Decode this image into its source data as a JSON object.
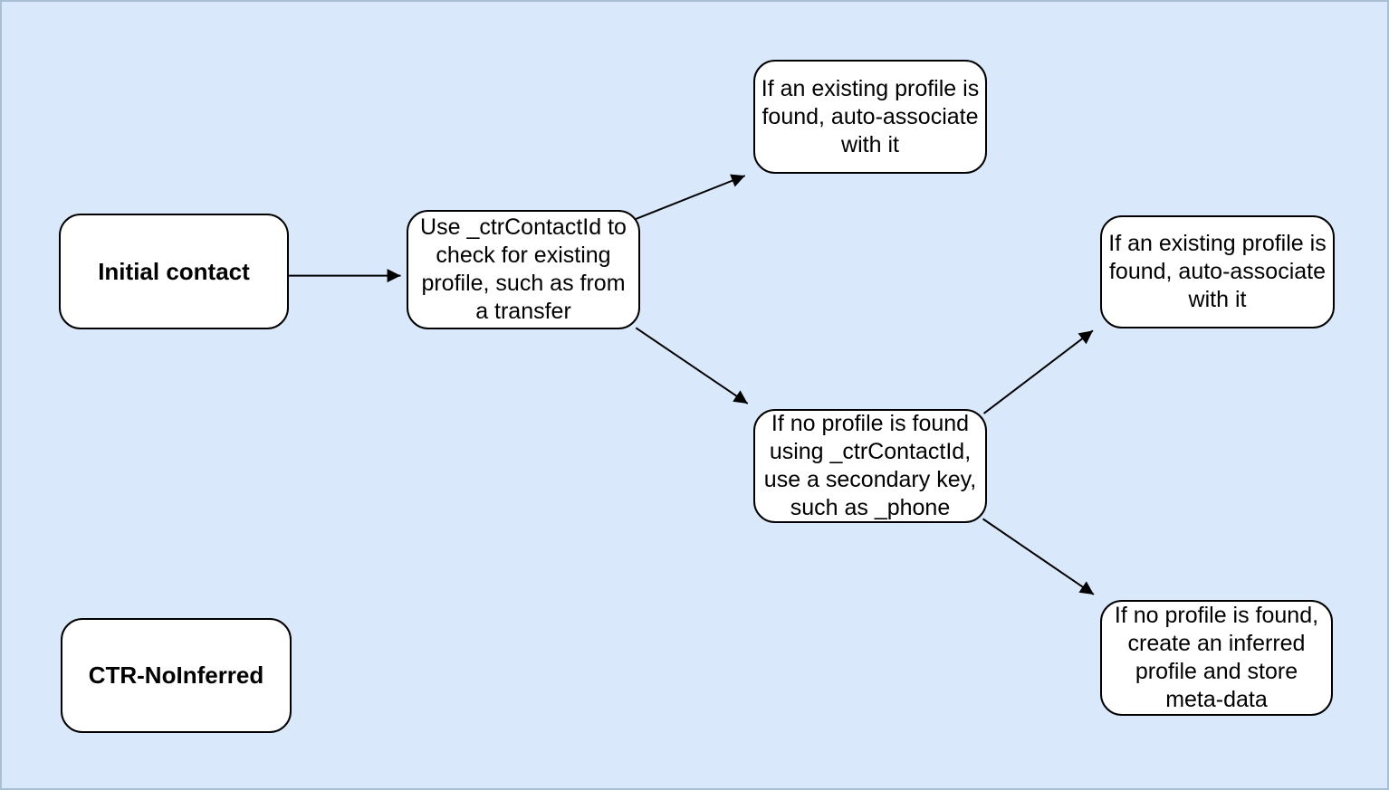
{
  "diagram": {
    "background_color": "#dae8fc",
    "page_border_color": "#a9c0d4",
    "node_fill_color": "#ffffff",
    "node_border_color": "#000000",
    "text_color": "#000000",
    "nodes": {
      "initial_contact": {
        "label": "Initial contact"
      },
      "check_ctrcontactid": {
        "label": "Use _ctrContactId to\ncheck for existing\nprofile, such as from\na transfer"
      },
      "existing_profile_top": {
        "label": "If an existing profile is\nfound, auto-associate\nwith it"
      },
      "no_profile_secondary": {
        "label": "If no profile is found\nusing _ctrContactId,\nuse a secondary key,\nsuch as _phone"
      },
      "existing_profile_right": {
        "label": "If an existing profile is\nfound, auto-associate\nwith it"
      },
      "create_inferred_profile": {
        "label": "If no profile is found,\ncreate an inferred\nprofile and store\nmeta-data"
      },
      "ctr_noinferred": {
        "label": "CTR-NoInferred"
      }
    },
    "edges": [
      {
        "from": "initial_contact",
        "to": "check_ctrcontactid"
      },
      {
        "from": "check_ctrcontactid",
        "to": "existing_profile_top"
      },
      {
        "from": "check_ctrcontactid",
        "to": "no_profile_secondary"
      },
      {
        "from": "no_profile_secondary",
        "to": "existing_profile_right"
      },
      {
        "from": "no_profile_secondary",
        "to": "create_inferred_profile"
      }
    ]
  }
}
